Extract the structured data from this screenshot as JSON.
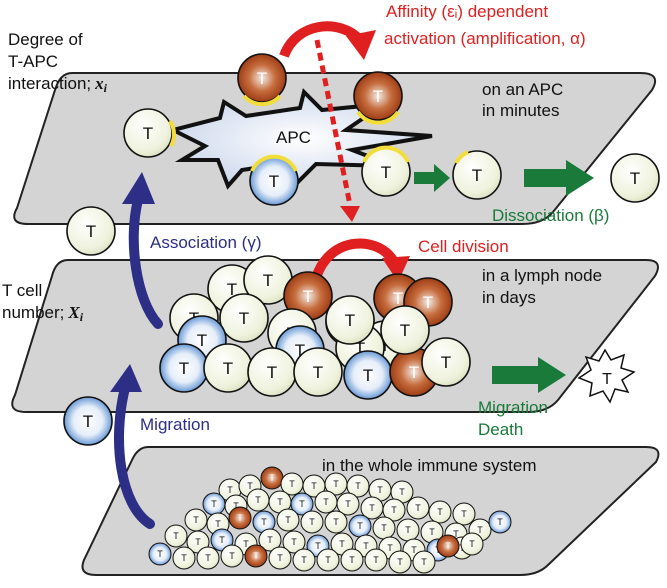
{
  "labels": {
    "degree_line1": "Degree of",
    "degree_line2": "T-APC",
    "degree_line3": "interaction;",
    "degree_var": "x",
    "degree_sub": "i",
    "tcell_line1": "T cell",
    "tcell_line2": "number;",
    "tcell_var": "X",
    "tcell_sub": "i",
    "affinity_line1": "Affinity (εᵢ) dependent",
    "affinity_line2": "activation (amplification, α)",
    "apc_line1": "on an APC",
    "apc_line2": "in minutes",
    "apc": "APC",
    "association": "Association (γ)",
    "dissociation": "Dissociation (β)",
    "cell_division": "Cell division",
    "lymph_line1": "in a lymph node",
    "lymph_line2": "in days",
    "migration": "Migration",
    "migration_death_line1": "Migration",
    "migration_death_line2": "Death",
    "whole_system": "in the whole immune system",
    "t": "T"
  },
  "colors": {
    "plane_fill": "#d4d4d4",
    "cell_cream": "#eef2dc",
    "cell_blue": "#5b8fd0",
    "cell_brown": "#a84418",
    "red": "#e02020",
    "green": "#1a7a3a",
    "navy": "#2c2f85",
    "yellow": "#f3dd3a"
  }
}
